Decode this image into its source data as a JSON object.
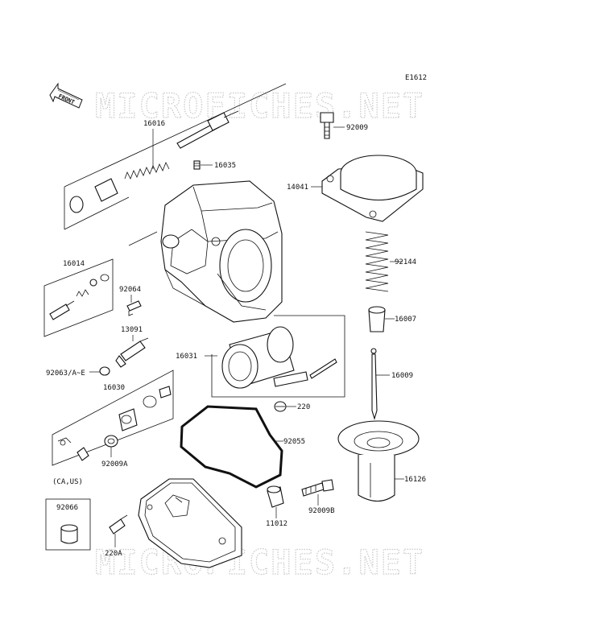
{
  "diagram": {
    "code": "E1612",
    "front_label": "FRONT",
    "watermark_text": "MICROFICHES.NET",
    "note_ca_us": "(CA,US)",
    "parts": {
      "p16016": "16016",
      "p16035": "16035",
      "p92009": "92009",
      "p14041": "14041",
      "p16014": "16014",
      "p92064": "92064",
      "p92144": "92144",
      "p13091": "13091",
      "p16007": "16007",
      "p16031": "16031",
      "p16009": "16009",
      "p92063": "92063/A~E",
      "p16030": "16030",
      "p220": "220",
      "p92055": "92055",
      "p92009A": "92009A",
      "p16126": "16126",
      "p92066": "92066",
      "p11012": "11012",
      "p92009B": "92009B",
      "p220A": "220A"
    }
  }
}
